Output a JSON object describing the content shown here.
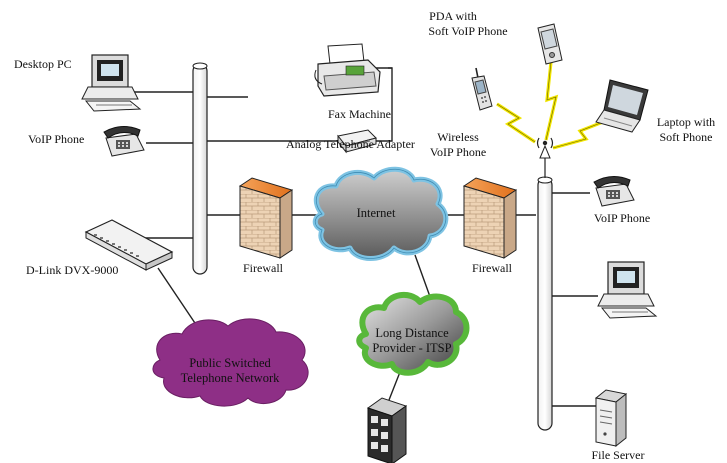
{
  "labels": {
    "desktop_pc": "Desktop PC",
    "voip_phone_left": "VoIP Phone",
    "fax_machine": "Fax Machine",
    "analog_adapter": "Analog Telephone Adapter",
    "dlink": "D-Link DVX-9000",
    "firewall_left": "Firewall",
    "firewall_right": "Firewall",
    "internet": "Internet",
    "pstn_line1": "Public Switched",
    "pstn_line2": "Telephone Network",
    "ld_line1": "Long Distance",
    "ld_line2": "Provider - ITSP",
    "pda_line1": "PDA with",
    "pda_line2": "Soft VoIP Phone",
    "wireless_line1": "Wireless",
    "wireless_line2": "VoIP Phone",
    "laptop_line1": "Laptop with",
    "laptop_line2": "Soft Phone",
    "voip_phone_right": "VoIP Phone",
    "file_server": "File Server"
  },
  "colors": {
    "pstn_cloud": "#8e2f86",
    "ld_cloud_border": "#58b83a",
    "internet_cloud_border": "#7ec3e3",
    "firewall_brick": "#e8c7a2",
    "lightning": "#f2e600"
  },
  "icons": [
    "desktop-pc-icon",
    "voip-phone-icon",
    "fax-machine-icon",
    "analog-adapter-icon",
    "switch-icon",
    "firewall-icon",
    "pda-icon",
    "wireless-phone-icon",
    "laptop-icon",
    "access-point-icon",
    "file-server-icon",
    "building-icon"
  ]
}
